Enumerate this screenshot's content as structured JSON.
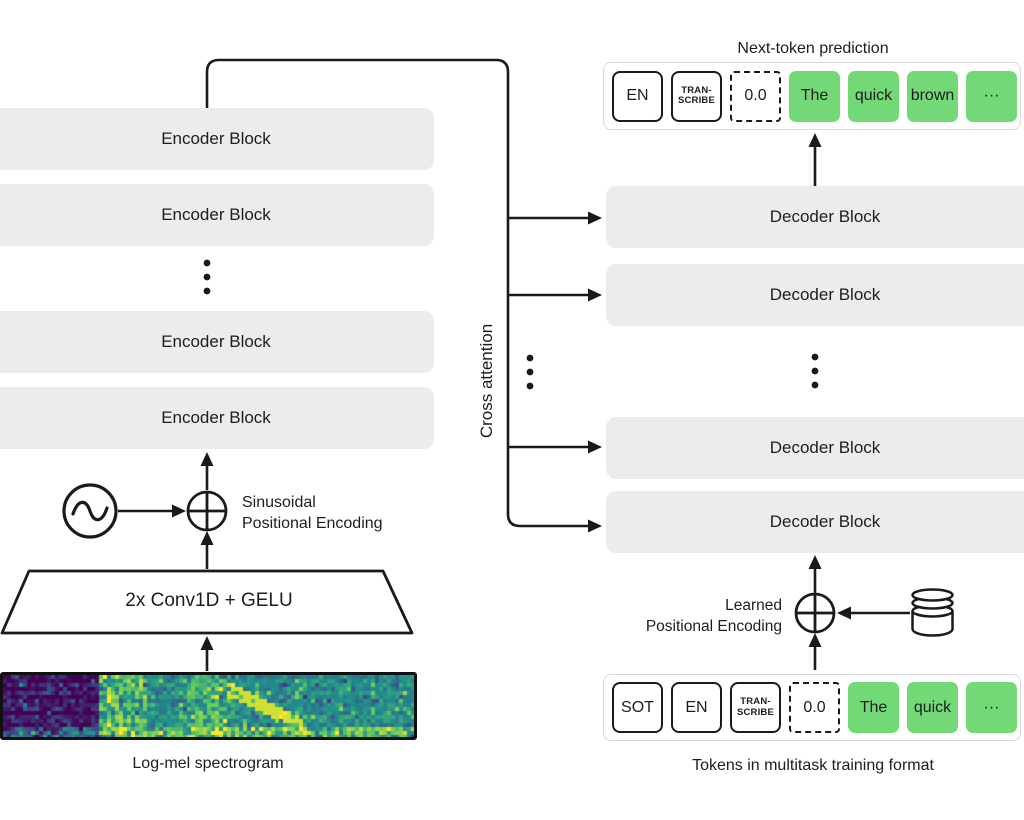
{
  "palette": {
    "block_gray": "#ececec",
    "ink": "#1a1a1a",
    "token_green": "#73d977",
    "container_border": "#d9d9d9"
  },
  "encoder": {
    "blocks": [
      "Encoder Block",
      "Encoder Block",
      "Encoder Block",
      "Encoder Block"
    ],
    "conv_label": "2x Conv1D + GELU",
    "positional_label": "Sinusoidal\nPositional Encoding",
    "spectrogram_label": "Log-mel spectrogram"
  },
  "decoder": {
    "blocks": [
      "Decoder Block",
      "Decoder Block",
      "Decoder Block",
      "Decoder Block"
    ],
    "positional_label": "Learned\nPositional Encoding"
  },
  "cross_attention_label": "Cross attention",
  "prediction": {
    "title": "Next-token prediction",
    "tokens": [
      {
        "text": "EN",
        "type": "special"
      },
      {
        "text": "TRAN-\nSCRIBE",
        "type": "special-small"
      },
      {
        "text": "0.0",
        "type": "timestamp"
      },
      {
        "text": "The",
        "type": "word"
      },
      {
        "text": "quick",
        "type": "word"
      },
      {
        "text": "brown",
        "type": "word"
      },
      {
        "text": "···",
        "type": "word"
      }
    ]
  },
  "input_tokens": {
    "label": "Tokens in multitask training format",
    "tokens": [
      {
        "text": "SOT",
        "type": "special"
      },
      {
        "text": "EN",
        "type": "special"
      },
      {
        "text": "TRAN-\nSCRIBE",
        "type": "special-small"
      },
      {
        "text": "0.0",
        "type": "timestamp"
      },
      {
        "text": "The",
        "type": "word"
      },
      {
        "text": "quick",
        "type": "word"
      },
      {
        "text": "···",
        "type": "word"
      }
    ]
  }
}
